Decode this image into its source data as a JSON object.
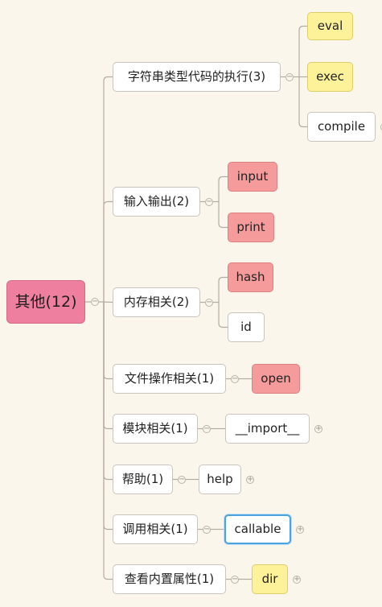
{
  "mindmap": {
    "root": {
      "label": "其他(12)"
    },
    "branches": [
      {
        "label": "字符串类型代码的执行(3)",
        "children": [
          {
            "label": "eval",
            "color": "yellow"
          },
          {
            "label": "exec",
            "color": "yellow"
          },
          {
            "label": "compile",
            "color": "white",
            "collapsed": true
          }
        ]
      },
      {
        "label": "输入输出(2)",
        "children": [
          {
            "label": "input",
            "color": "red"
          },
          {
            "label": "print",
            "color": "red"
          }
        ]
      },
      {
        "label": "内存相关(2)",
        "children": [
          {
            "label": "hash",
            "color": "red"
          },
          {
            "label": "id",
            "color": "white"
          }
        ]
      },
      {
        "label": "文件操作相关(1)",
        "children": [
          {
            "label": "open",
            "color": "red"
          }
        ]
      },
      {
        "label": "模块相关(1)",
        "children": [
          {
            "label": "__import__",
            "color": "white",
            "collapsed": true
          }
        ]
      },
      {
        "label": "帮助(1)",
        "children": [
          {
            "label": "help",
            "color": "white",
            "collapsed": true
          }
        ]
      },
      {
        "label": "调用相关(1)",
        "children": [
          {
            "label": "callable",
            "color": "white",
            "selected": true,
            "collapsed": true
          }
        ]
      },
      {
        "label": "查看内置属性(1)",
        "children": [
          {
            "label": "dir",
            "color": "yellow",
            "collapsed": true
          }
        ]
      }
    ],
    "toggle_glyphs": {
      "expanded": "−",
      "collapsed": "+"
    },
    "colors": {
      "background": "#fbf6ec",
      "root_fill": "#ee7f9f",
      "yellow_fill": "#fdf29a",
      "red_fill": "#f59b9b",
      "white_fill": "#ffffff",
      "selection_border": "#4aa3df",
      "connector": "#b3aca1"
    }
  }
}
